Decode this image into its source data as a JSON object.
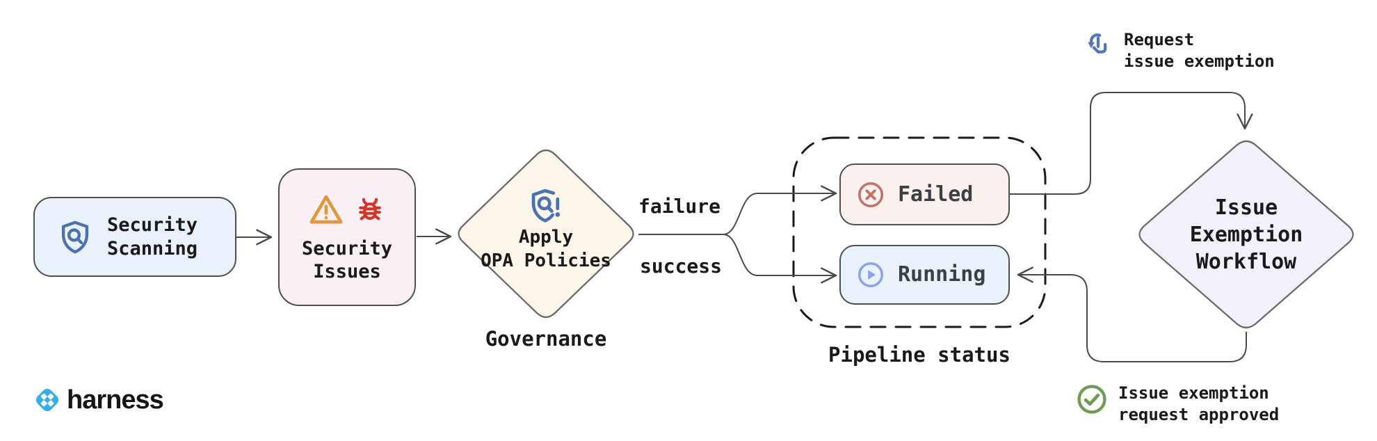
{
  "nodes": {
    "security_scanning": {
      "line1": "Security",
      "line2": "Scanning",
      "icon": "shield-search-icon"
    },
    "security_issues": {
      "line1": "Security",
      "line2": "Issues",
      "icons": [
        "warning-triangle-icon",
        "bug-icon"
      ]
    },
    "apply_opa": {
      "line1": "Apply",
      "line2": "OPA Policies",
      "caption": "Governance",
      "icon": "shield-alert-icon"
    },
    "failed": {
      "label": "Failed",
      "icon": "circle-x-icon"
    },
    "running": {
      "label": "Running",
      "icon": "circle-play-icon"
    },
    "pipeline_group": {
      "caption": "Pipeline status"
    },
    "issue_exemption": {
      "line1": "Issue",
      "line2": "Exemption",
      "line3": "Workflow"
    }
  },
  "edges": {
    "failure_label": "failure",
    "success_label": "success"
  },
  "annotations": {
    "request_exemption": {
      "line1": "Request",
      "line2": "issue exemption",
      "icon": "tap-gesture-icon"
    },
    "approved": {
      "line1": "Issue exemption",
      "line2": "request approved",
      "icon": "circle-check-icon"
    }
  },
  "footer": {
    "brand": "harness",
    "icon": "harness-logo-icon"
  },
  "colors": {
    "background": "#ffffff",
    "connector": "#4a4a4a",
    "node_border": "#4f4f4f",
    "dashed_border": "#1a1a1a",
    "security_scanning_bg": "#e9f1fb",
    "security_issues_bg": "#fbeff6",
    "apply_opa_bg": "#fcf5e9",
    "failed_bg": "#faf1ef",
    "running_bg": "#e9f1fb",
    "issue_exemption_bg": "#f3f0fb",
    "shield_blue": "#4a72ad",
    "warning_orange": "#e0973f",
    "bug_red": "#d2362b",
    "failed_red": "#c5706a",
    "running_blue": "#8ba1ea",
    "tap_blue": "#5577b0",
    "check_green": "#6f9c52",
    "harness_blue": "#35ade6",
    "text": "#1a1a1a",
    "status_text": "#3c4043"
  }
}
